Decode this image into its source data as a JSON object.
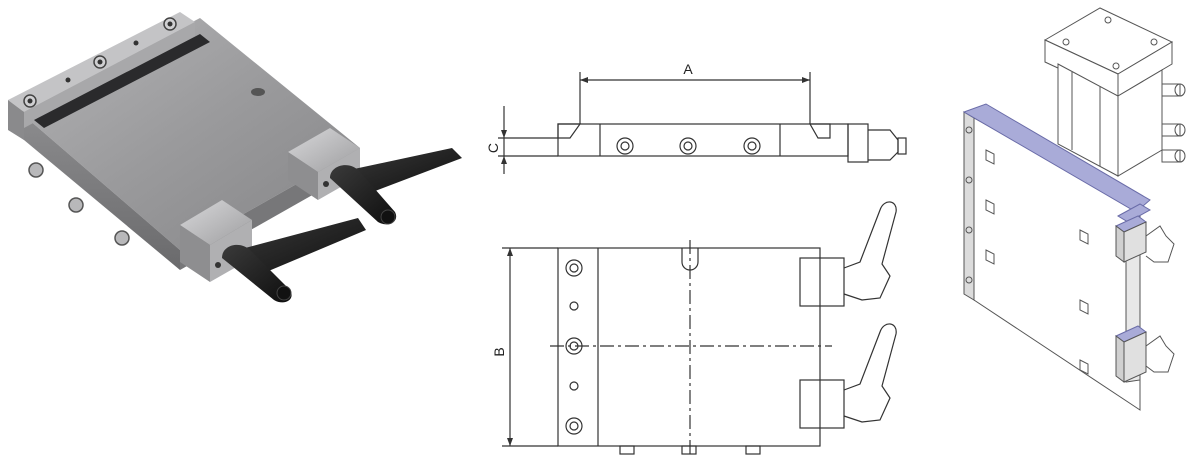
{
  "drawing": {
    "dimension_labels": {
      "a": "A",
      "b": "B",
      "c": "C"
    }
  },
  "colors": {
    "plate_top": "#9c9c9e",
    "plate_side": "#7e7e80",
    "handle": "#1c1c1c",
    "line": "#333333",
    "iso_highlight": "#a9abd8"
  },
  "icons": {
    "photo": "clamping-plate-photo",
    "drawing": "technical-drawing",
    "iso": "isometric-assembly"
  }
}
